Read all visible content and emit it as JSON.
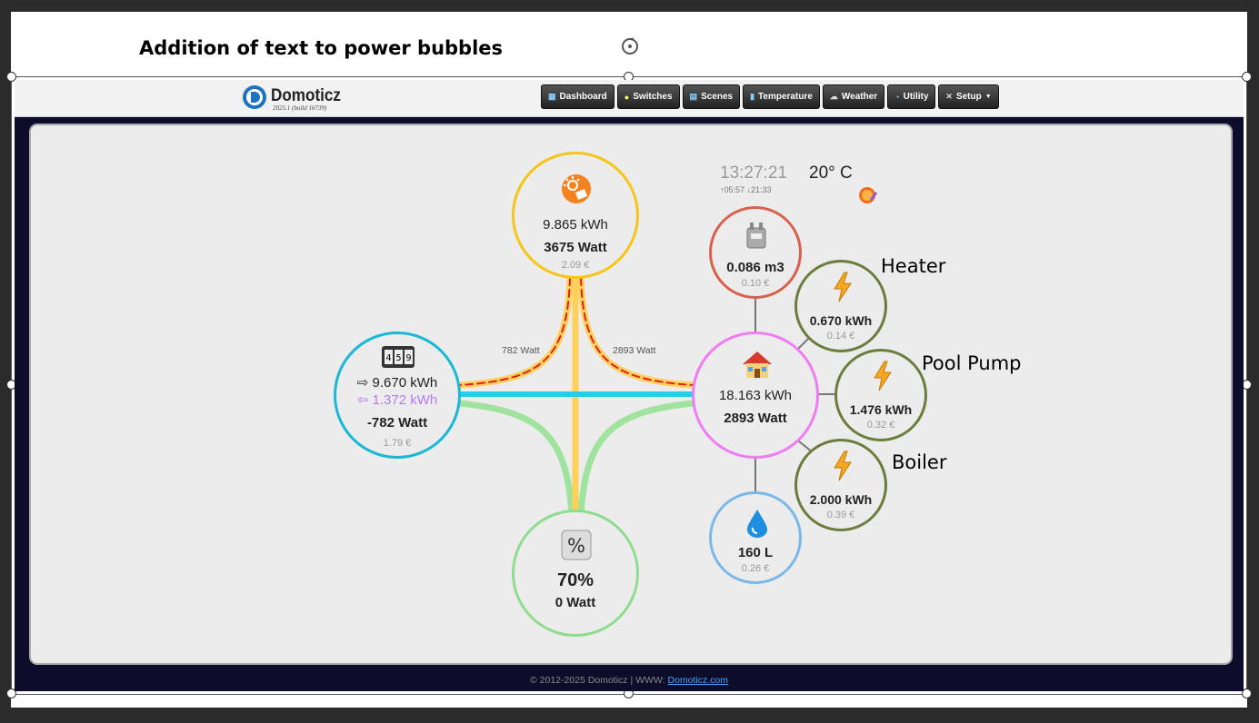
{
  "slide": {
    "title": "Addition of text to power bubbles"
  },
  "app": {
    "logo": {
      "name": "Domoticz",
      "build": "2025.1 (build 16739)"
    },
    "nav": [
      {
        "label": "Dashboard",
        "icon": "dashboard-icon"
      },
      {
        "label": "Switches",
        "icon": "bulb-icon"
      },
      {
        "label": "Scenes",
        "icon": "scenes-icon"
      },
      {
        "label": "Temperature",
        "icon": "thermometer-icon"
      },
      {
        "label": "Weather",
        "icon": "cloud-icon"
      },
      {
        "label": "Utility",
        "icon": "utility-icon"
      },
      {
        "label": "Setup",
        "icon": "tools-icon"
      }
    ],
    "clock": {
      "time": "13:27:21",
      "sun": "↑05:57 ↓21:33"
    },
    "temperature": "20° C",
    "flows": {
      "solar_to_grid": "782 Watt",
      "solar_to_home": "2893 Watt"
    },
    "solar": {
      "kwh": "9.865 kWh",
      "watt": "3675 Watt",
      "cost": "2.09 €"
    },
    "grid": {
      "import": "⇨ 9.670 kWh",
      "export": "⇦ 1.372 kWh",
      "watt": "-782 Watt",
      "cost": "1.79 €"
    },
    "home": {
      "kwh": "18.163 kWh",
      "watt": "2893 Watt"
    },
    "battery": {
      "percent": "70%",
      "watt": "0 Watt"
    },
    "gas": {
      "value": "0.086 m3",
      "cost": "0.10 €"
    },
    "water": {
      "value": "160 L",
      "cost": "0.26 €"
    },
    "heater": {
      "value": "0.670 kWh",
      "cost": "0.14 €",
      "annotation": "Heater"
    },
    "pool_pump": {
      "value": "1.476 kWh",
      "cost": "0.32 €",
      "annotation": "Pool Pump"
    },
    "boiler": {
      "value": "2.000 kWh",
      "cost": "0.39 €",
      "annotation": "Boiler"
    },
    "footer": {
      "text": "© 2012-2025 Domoticz | WWW: ",
      "link": "Domoticz.com"
    },
    "colors": {
      "solar": "#f5c518",
      "grid": "#1ab8d6",
      "home": "#f07cf5",
      "battery": "#8fdc8f",
      "gas": "#d9604a",
      "water": "#7ab8ea",
      "device": "#6b7c3c"
    }
  }
}
